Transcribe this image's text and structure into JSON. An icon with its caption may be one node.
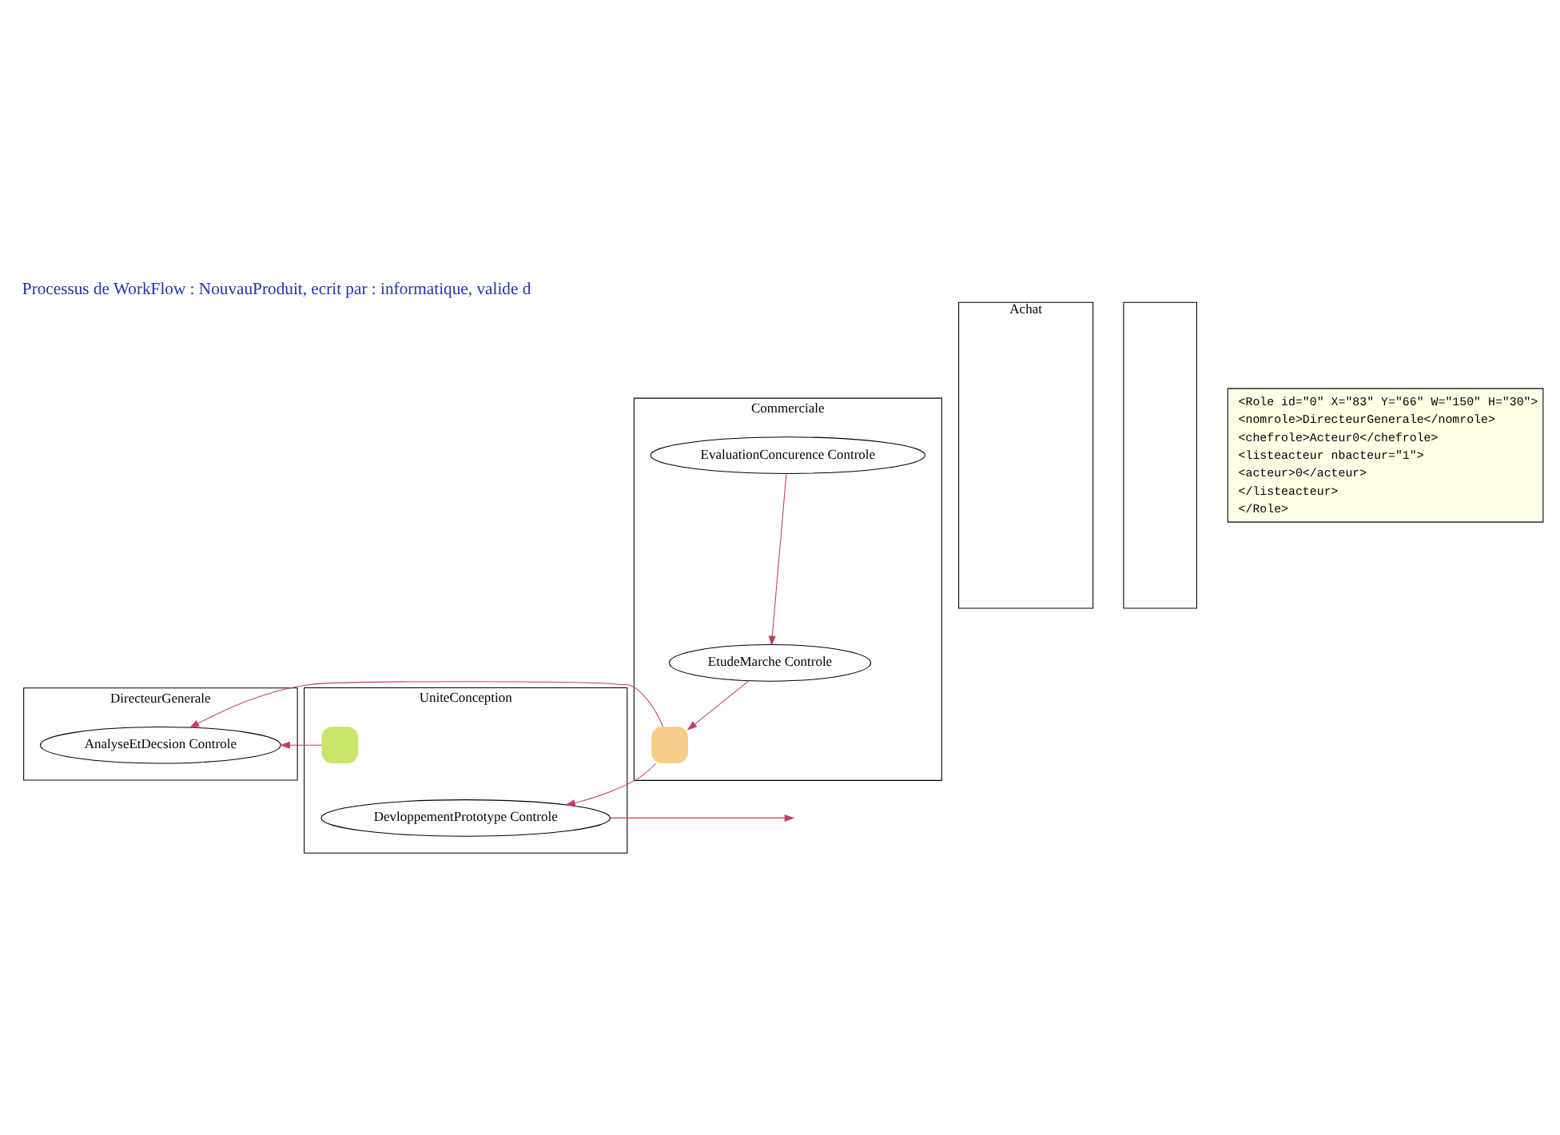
{
  "diagram": {
    "title": "Processus de WorkFlow : NouvauProduit, ecrit par : informatique, valide d",
    "nodes": [
      {
        "text": [
          "DirecteurGenerale"
        ]
      },
      {
        "text": [
          "Commerciale"
        ]
      },
      {
        "text": [
          "UniteConception"
        ]
      },
      {
        "text": [
          "Achat"
        ]
      },
      {
        "text": [],
        "shape": "box"
      },
      {
        "text": [
          "AnalyseEtDecsion Controle"
        ],
        "in": 0
      },
      {
        "text": [],
        "shape": "box",
        "in": 2
      },
      {
        "text": [],
        "shape": "box",
        "in": 1
      },
      {
        "text": [
          "EtudeMarche Controle"
        ],
        "in": 1
      },
      {
        "text": [
          "DevloppementPrototype Controle"
        ],
        "in": 2
      },
      {
        "text": [
          "EvaluationConcurence Controle"
        ],
        "in": 1
      },
      {
        "text": [
          "<Role id=\"0\" X=\"83\" Y=\"66\" W=\"150\" H=\"30\">",
          "<nomrole>DirecteurGenerale</nomrole>",
          "<chefrole>Acteur0</chefrole>",
          "<listeacteur nbacteur=\"1\">",
          "<acteur>0</acteur>",
          "</listeacteur>",
          "</Role>"
        ]
      }
    ],
    "edges": [
      {
        "from": 6,
        "to": 5,
        "arrow": "to"
      },
      {
        "from": 7,
        "to": 5,
        "arrow": "to"
      },
      {
        "from": 8,
        "to": 7,
        "arrow": "to"
      },
      {
        "from": 7,
        "to": 9,
        "arrow": "to"
      },
      {
        "from": 10,
        "to": 8,
        "arrow": "to"
      },
      {
        "from": 9,
        "to": null,
        "arrow": "to"
      }
    ]
  }
}
